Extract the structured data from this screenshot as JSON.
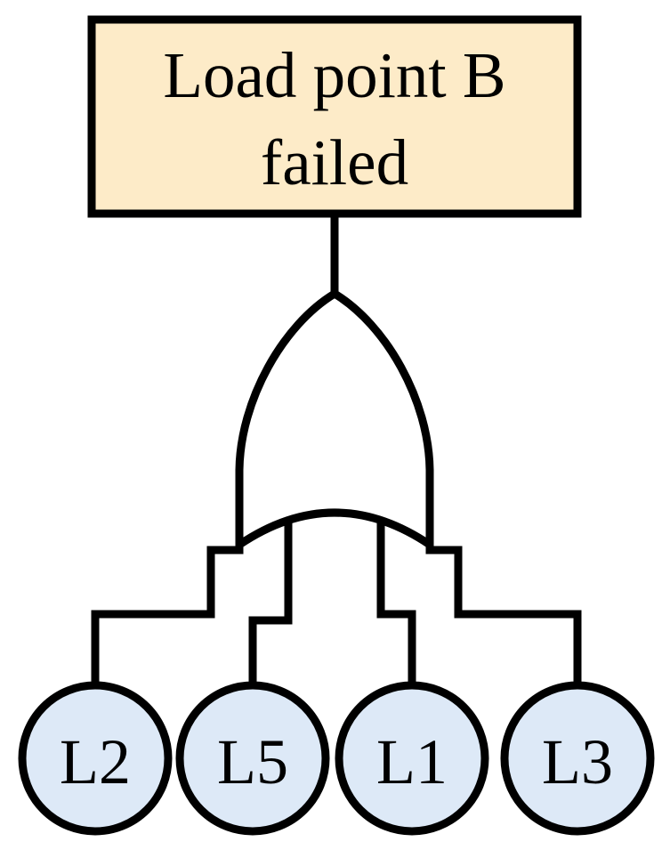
{
  "top_event": {
    "line1": "Load point B",
    "line2": "failed",
    "fill": "#fdebc8"
  },
  "gate": {
    "type": "OR"
  },
  "basic_events": [
    {
      "label": "L2"
    },
    {
      "label": "L5"
    },
    {
      "label": "L1"
    },
    {
      "label": "L3"
    }
  ],
  "colors": {
    "stroke": "#000000",
    "node_fill": "#dde9f7",
    "box_fill": "#fdebc8"
  }
}
